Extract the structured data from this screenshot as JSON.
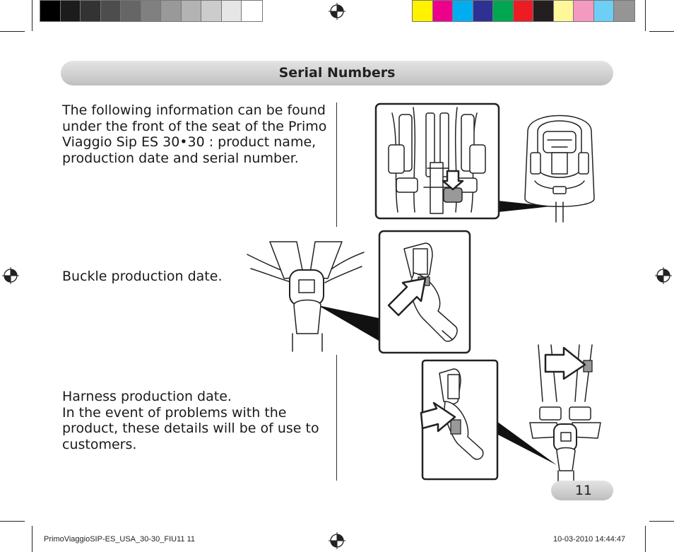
{
  "colors": {
    "grayscale_bar": [
      "#000000",
      "#1c1c1c",
      "#333333",
      "#4d4d4d",
      "#666666",
      "#808080",
      "#999999",
      "#b3b3b3",
      "#cccccc",
      "#e6e6e6",
      "#ffffff"
    ],
    "color_bar": [
      "#fff200",
      "#ec008c",
      "#00aeef",
      "#2e3192",
      "#00a651",
      "#ed1c24",
      "#231f20",
      "#fff799",
      "#f49ac1",
      "#6dcff6",
      "#959595"
    ],
    "banner_gray": "#d0d0d0",
    "text": "#1a1a1a"
  },
  "page": {
    "title": "Serial Numbers",
    "page_number": "11"
  },
  "sections": [
    {
      "text": "The following information can be found\nunder the front of the seat of the Primo\nViaggio Sip ES 30•30 : product name,\nproduction date and serial number."
    },
    {
      "text": "Buckle production date."
    },
    {
      "text": "Harness production date.\nIn the event of problems with the\nproduct, these details will be of use to\ncustomers."
    }
  ],
  "footer": {
    "file_label": "PrimoViaggioSIP-ES_USA_30-30_FIU11   11",
    "timestamp": "10-03-2010   14:44:47"
  },
  "icons": [
    "registration-mark-icon",
    "crop-mark-icon"
  ]
}
